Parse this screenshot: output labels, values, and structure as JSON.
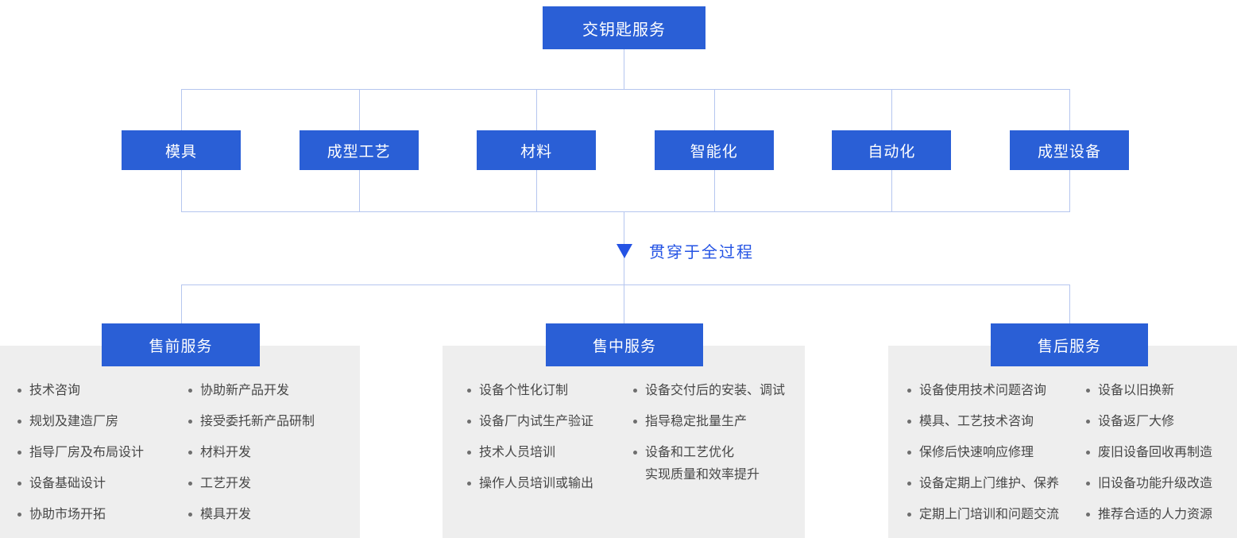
{
  "colors": {
    "node_blue": "#2a5fd6",
    "line_blue": "#b5c6ef",
    "accent_blue": "#2453e4",
    "panel_gray": "#eeeeee",
    "text_gray": "#474747"
  },
  "root": {
    "label": "交钥匙服务"
  },
  "branches": [
    "模具",
    "成型工艺",
    "材料",
    "智能化",
    "自动化",
    "成型设备"
  ],
  "process_note": "贯穿于全过程",
  "sections": [
    {
      "title": "售前服务",
      "columns": [
        [
          [
            "技术咨询"
          ],
          [
            "规划及建造厂房"
          ],
          [
            "指导厂房及布局设计"
          ],
          [
            "设备基础设计"
          ],
          [
            "协助市场开拓"
          ]
        ],
        [
          [
            "协助新产品开发"
          ],
          [
            "接受委托新产品研制"
          ],
          [
            "材料开发"
          ],
          [
            "工艺开发"
          ],
          [
            "模具开发"
          ]
        ]
      ]
    },
    {
      "title": "售中服务",
      "columns": [
        [
          [
            "设备个性化订制"
          ],
          [
            "设备厂内试生产验证"
          ],
          [
            "技术人员培训"
          ],
          [
            "操作人员培训或输出"
          ]
        ],
        [
          [
            "设备交付后的安装、调试"
          ],
          [
            "指导稳定批量生产"
          ],
          [
            "设备和工艺优化",
            "实现质量和效率提升"
          ]
        ]
      ]
    },
    {
      "title": "售后服务",
      "columns": [
        [
          [
            "设备使用技术问题咨询"
          ],
          [
            "模具、工艺技术咨询"
          ],
          [
            "保修后快速响应修理"
          ],
          [
            "设备定期上门维护、保养"
          ],
          [
            "定期上门培训和问题交流"
          ]
        ],
        [
          [
            "设备以旧换新"
          ],
          [
            "设备返厂大修"
          ],
          [
            "废旧设备回收再制造"
          ],
          [
            "旧设备功能升级改造"
          ],
          [
            "推荐合适的人力资源"
          ]
        ]
      ]
    }
  ]
}
